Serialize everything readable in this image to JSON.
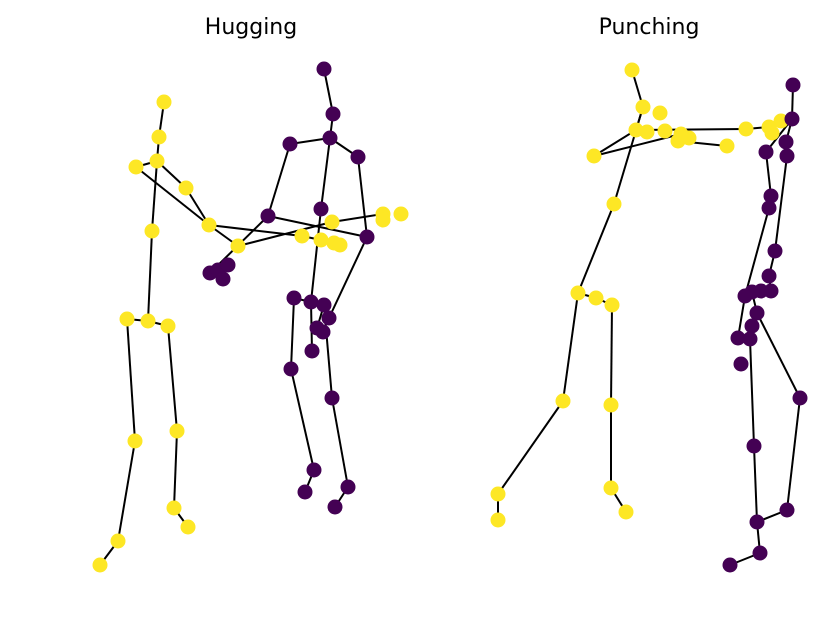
{
  "colors": {
    "person_a": "#fde725",
    "person_b": "#440154",
    "bone": "#000000"
  },
  "panels": [
    {
      "title": "Hugging",
      "people": [
        {
          "color_key": "person_a",
          "joints": [
            [
              164,
              102
            ],
            [
              159,
              137
            ],
            [
              157,
              161
            ],
            [
              136,
              167
            ],
            [
              186,
              188
            ],
            [
              209,
              225
            ],
            [
              238,
              246
            ],
            [
              152,
              231
            ],
            [
              148,
              321
            ],
            [
              127,
              319
            ],
            [
              168,
              326
            ],
            [
              135,
              441
            ],
            [
              177,
              431
            ],
            [
              118,
              541
            ],
            [
              100,
              565
            ],
            [
              174,
              508
            ],
            [
              188,
              527
            ],
            [
              302,
              236
            ],
            [
              321,
              240
            ],
            [
              334,
              243
            ],
            [
              340,
              245
            ],
            [
              332,
              222
            ],
            [
              383,
              214
            ],
            [
              383,
              220
            ],
            [
              401,
              214
            ]
          ],
          "bones": [
            [
              0,
              1
            ],
            [
              1,
              2
            ],
            [
              2,
              3
            ],
            [
              2,
              4
            ],
            [
              4,
              5
            ],
            [
              3,
              5
            ],
            [
              5,
              6
            ],
            [
              2,
              7
            ],
            [
              7,
              8
            ],
            [
              8,
              9
            ],
            [
              8,
              10
            ],
            [
              9,
              11
            ],
            [
              11,
              13
            ],
            [
              13,
              14
            ],
            [
              10,
              12
            ],
            [
              12,
              15
            ],
            [
              15,
              16
            ],
            [
              5,
              17
            ],
            [
              17,
              18
            ],
            [
              18,
              19
            ],
            [
              6,
              21
            ],
            [
              21,
              22
            ]
          ]
        },
        {
          "color_key": "person_b",
          "joints": [
            [
              324,
              69
            ],
            [
              333,
              114
            ],
            [
              330,
              138
            ],
            [
              290,
              144
            ],
            [
              358,
              157
            ],
            [
              268,
              216
            ],
            [
              367,
              237
            ],
            [
              321,
              209
            ],
            [
              210,
              273
            ],
            [
              218,
              270
            ],
            [
              223,
              279
            ],
            [
              228,
              265
            ],
            [
              294,
              298
            ],
            [
              311,
              302
            ],
            [
              324,
              305
            ],
            [
              329,
              318
            ],
            [
              317,
              328
            ],
            [
              323,
              332
            ],
            [
              312,
              351
            ],
            [
              291,
              369
            ],
            [
              332,
              398
            ],
            [
              314,
              470
            ],
            [
              305,
              492
            ],
            [
              348,
              487
            ],
            [
              335,
              507
            ]
          ],
          "bones": [
            [
              0,
              1
            ],
            [
              1,
              2
            ],
            [
              2,
              3
            ],
            [
              2,
              4
            ],
            [
              2,
              7
            ],
            [
              3,
              5
            ],
            [
              5,
              6
            ],
            [
              5,
              8
            ],
            [
              4,
              6
            ],
            [
              6,
              15
            ],
            [
              7,
              13
            ],
            [
              13,
              14
            ],
            [
              14,
              16
            ],
            [
              14,
              20
            ],
            [
              20,
              23
            ],
            [
              23,
              24
            ],
            [
              12,
              19
            ],
            [
              19,
              21
            ],
            [
              21,
              22
            ],
            [
              13,
              18
            ],
            [
              12,
              13
            ]
          ]
        }
      ]
    },
    {
      "title": "Punching",
      "people": [
        {
          "color_key": "person_a",
          "joints": [
            [
              632,
              70
            ],
            [
              643,
              107
            ],
            [
              660,
              113
            ],
            [
              636,
              130
            ],
            [
              647,
              132
            ],
            [
              665,
              131
            ],
            [
              678,
              141
            ],
            [
              681,
              134
            ],
            [
              689,
              138
            ],
            [
              594,
              156
            ],
            [
              727,
              146
            ],
            [
              746,
              129
            ],
            [
              769,
              127
            ],
            [
              772,
              133
            ],
            [
              781,
              121
            ],
            [
              614,
              204
            ],
            [
              578,
              293
            ],
            [
              596,
              298
            ],
            [
              612,
              305
            ],
            [
              563,
              401
            ],
            [
              611,
              405
            ],
            [
              498,
              494
            ],
            [
              498,
              520
            ],
            [
              611,
              488
            ],
            [
              626,
              512
            ]
          ],
          "bones": [
            [
              0,
              1
            ],
            [
              1,
              3
            ],
            [
              3,
              9
            ],
            [
              9,
              7
            ],
            [
              7,
              6
            ],
            [
              6,
              10
            ],
            [
              3,
              11
            ],
            [
              11,
              12
            ],
            [
              1,
              15
            ],
            [
              15,
              16
            ],
            [
              16,
              17
            ],
            [
              17,
              18
            ],
            [
              16,
              19
            ],
            [
              19,
              21
            ],
            [
              21,
              22
            ],
            [
              18,
              20
            ],
            [
              20,
              23
            ],
            [
              23,
              24
            ]
          ]
        },
        {
          "color_key": "person_b",
          "joints": [
            [
              793,
              85
            ],
            [
              792,
              119
            ],
            [
              786,
              142
            ],
            [
              787,
              156
            ],
            [
              766,
              152
            ],
            [
              771,
              196
            ],
            [
              769,
              208
            ],
            [
              775,
              251
            ],
            [
              769,
              276
            ],
            [
              771,
              291
            ],
            [
              761,
              291
            ],
            [
              752,
              292
            ],
            [
              745,
              296
            ],
            [
              757,
              313
            ],
            [
              752,
              326
            ],
            [
              738,
              338
            ],
            [
              750,
              339
            ],
            [
              741,
              364
            ],
            [
              800,
              398
            ],
            [
              754,
              446
            ],
            [
              787,
              510
            ],
            [
              757,
              522
            ],
            [
              760,
              553
            ],
            [
              730,
              565
            ]
          ],
          "bones": [
            [
              0,
              1
            ],
            [
              1,
              2
            ],
            [
              2,
              3
            ],
            [
              1,
              4
            ],
            [
              4,
              5
            ],
            [
              5,
              6
            ],
            [
              3,
              7
            ],
            [
              7,
              8
            ],
            [
              8,
              9
            ],
            [
              6,
              12
            ],
            [
              12,
              15
            ],
            [
              13,
              18
            ],
            [
              18,
              20
            ],
            [
              20,
              21
            ],
            [
              16,
              19
            ],
            [
              19,
              21
            ],
            [
              21,
              22
            ],
            [
              22,
              23
            ],
            [
              14,
              16
            ],
            [
              9,
              11
            ],
            [
              11,
              13
            ]
          ]
        }
      ]
    }
  ]
}
